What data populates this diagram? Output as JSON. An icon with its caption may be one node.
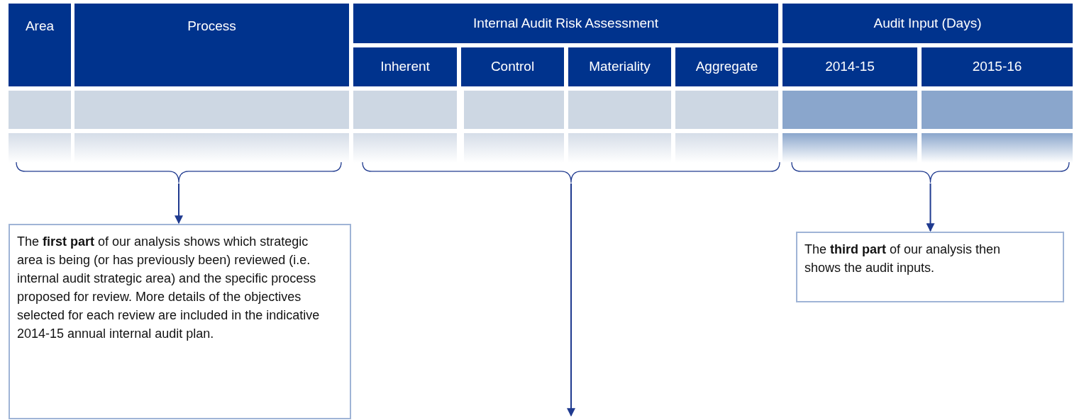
{
  "diagram": {
    "nodes": [
      {
        "text": [
          "Area"
        ]
      },
      {
        "text": [
          "Process"
        ]
      },
      {
        "text": [
          "Internal Audit Risk Assessment"
        ]
      },
      {
        "text": [
          "Inherent"
        ]
      },
      {
        "text": [
          "Control"
        ]
      },
      {
        "text": [
          "Materiality"
        ]
      },
      {
        "text": [
          "Aggregate"
        ]
      },
      {
        "text": [
          "Audit Input (Days)"
        ]
      },
      {
        "text": [
          "2014-15"
        ]
      },
      {
        "text": [
          "2015-16"
        ]
      },
      {
        "text": [],
        "shape": "box"
      },
      {
        "text": [],
        "shape": "box"
      },
      {
        "text": [],
        "shape": "box"
      },
      {
        "text": [],
        "shape": "box"
      },
      {
        "text": [],
        "shape": "box"
      },
      {
        "text": [],
        "shape": "box"
      },
      {
        "text": [],
        "shape": "box"
      },
      {
        "text": [],
        "shape": "box"
      },
      {
        "text": [],
        "shape": "brace"
      },
      {
        "text": [],
        "shape": "brace"
      },
      {
        "text": [],
        "shape": "brace"
      },
      {
        "text": [
          "The **first part** of our analysis shows which strategic area is being (or has previously been) reviewed (i.e. internal audit strategic area) and the specific process proposed for review.  More details of the objectives selected for each review are included in the indicative 2014-15 annual internal audit plan."
        ]
      },
      {
        "text": [
          "The **third part** of our analysis then shows the audit inputs."
        ]
      }
    ],
    "edges": [
      {
        "from": 18,
        "to": 21,
        "arrow": "to"
      },
      {
        "from": 19,
        "to": null,
        "arrow": "to"
      },
      {
        "from": 20,
        "to": 22,
        "arrow": "to"
      }
    ]
  }
}
